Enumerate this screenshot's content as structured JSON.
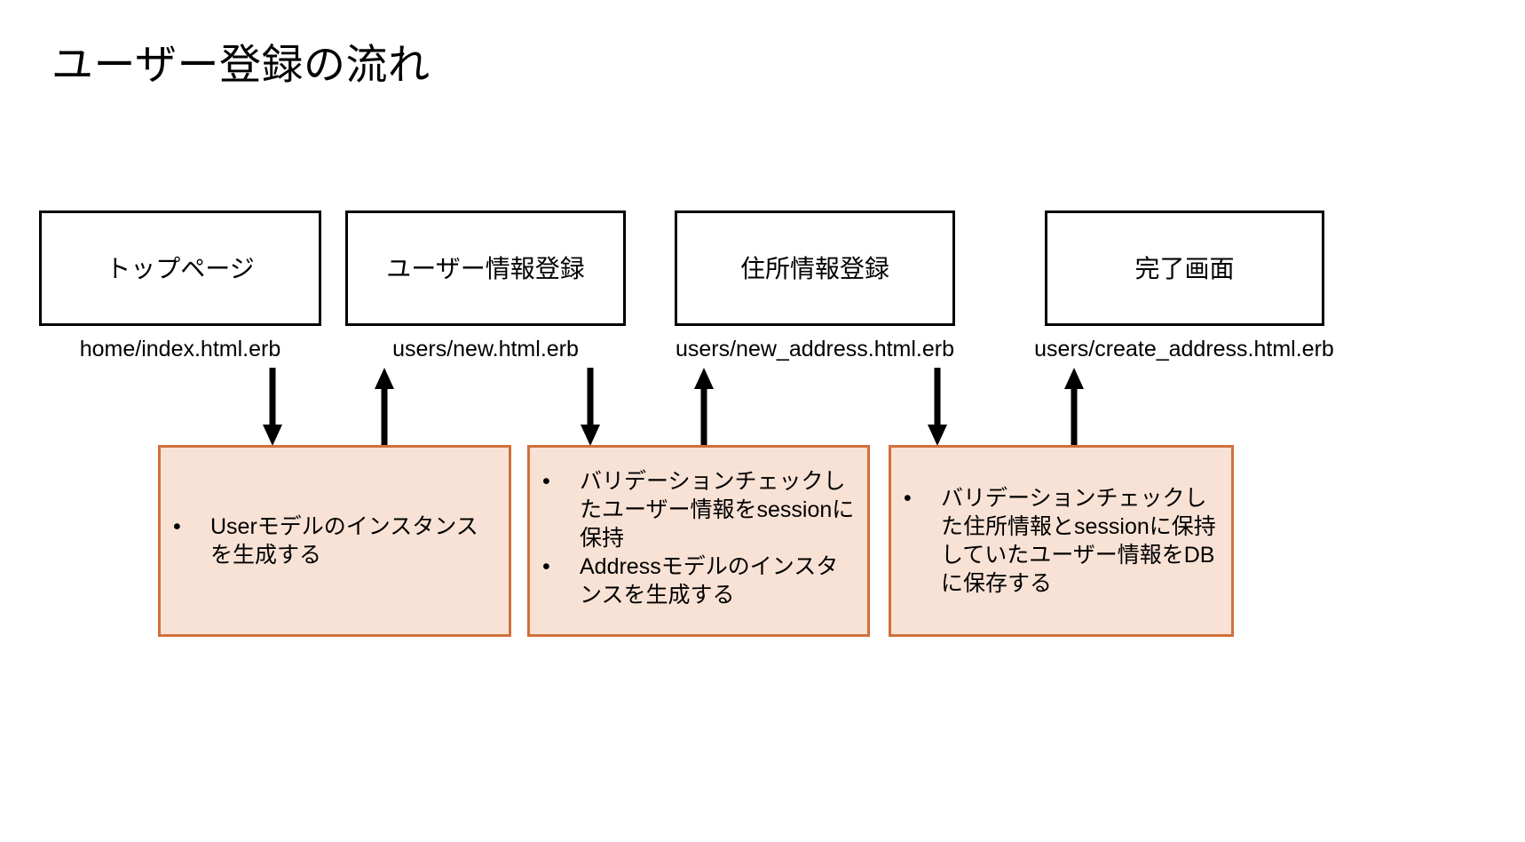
{
  "slide": {
    "title": "ユーザー登録の流れ",
    "background_color": "#ffffff",
    "accent_color": "#d2703a",
    "note_fill_color": "#f8e2d6",
    "line_color": "#000000"
  },
  "screens": [
    {
      "label": "トップページ",
      "path": "home/index.html.erb"
    },
    {
      "label": "ユーザー情報登録",
      "path": "users/new.html.erb"
    },
    {
      "label": "住所情報登録",
      "path": "users/new_address.html.erb"
    },
    {
      "label": "完了画面",
      "path": "users/create_address.html.erb"
    }
  ],
  "notes": [
    {
      "bullet_glyph": "•",
      "items": [
        "Userモデルのインスタンスを生成する"
      ]
    },
    {
      "bullet_glyph": "•",
      "items": [
        "バリデーションチェックしたユーザー情報をsessionに保持",
        "Addressモデルのインスタンスを生成する"
      ]
    },
    {
      "bullet_glyph": "•",
      "items": [
        "バリデーションチェックした住所情報とsessionに保持していたユーザー情報をDBに保存する"
      ]
    }
  ],
  "arrows": [
    {
      "name": "arrow-top-to-note1-down",
      "direction": "down"
    },
    {
      "name": "arrow-note1-to-users-new-up",
      "direction": "up"
    },
    {
      "name": "arrow-users-new-to-note2-down",
      "direction": "down"
    },
    {
      "name": "arrow-note2-to-address-up",
      "direction": "up"
    },
    {
      "name": "arrow-address-to-note3-down",
      "direction": "down"
    },
    {
      "name": "arrow-note3-to-complete-up",
      "direction": "up"
    }
  ]
}
